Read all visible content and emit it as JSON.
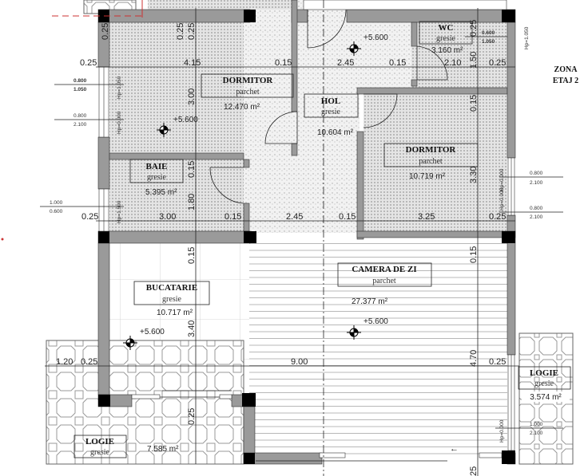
{
  "title": {
    "line1": "ZONA",
    "line2": "ETAJ 2"
  },
  "rooms": [
    {
      "name": "DORMITOR",
      "floor": "parchet",
      "area": "12.470 m²",
      "level": "+5.600"
    },
    {
      "name": "HOL",
      "floor": "gresie",
      "area": "10.604 m²",
      "level": "+5.600"
    },
    {
      "name": "WC",
      "floor": "gresie",
      "area": "3.160 m²"
    },
    {
      "name": "DORMITOR",
      "floor": "parchet",
      "area": "10.719 m²"
    },
    {
      "name": "BAIE",
      "floor": "gresie",
      "area": "5.395 m²"
    },
    {
      "name": "BUCATARIE",
      "floor": "gresie",
      "area": "10.717 m²",
      "level": "+5.600"
    },
    {
      "name": "CAMERA DE ZI",
      "floor": "parchet",
      "area": "27.377 m²",
      "level": "+5.600"
    },
    {
      "name": "LOGIE",
      "floor": "gresie",
      "area": "7.585 m²"
    },
    {
      "name": "LOGIE",
      "floor": "gresie",
      "area": "3.574 m²"
    }
  ],
  "dims_row1": [
    "0.25",
    "4.15",
    "0.15",
    "2.45",
    "0.15",
    "2.10",
    "0.25"
  ],
  "dims_row2": [
    "0.25",
    "3.00",
    "0.15",
    "2.45",
    "0.15",
    "3.25",
    "0.25"
  ],
  "dims_row3": [
    "1.20",
    "0.25",
    "9.00",
    "0.25"
  ],
  "dims_left_vertical": [
    "0.25",
    "0.25",
    "0.25",
    "3.00",
    "0.15",
    "1.80",
    "0.15",
    "3.40",
    "0.25"
  ],
  "dims_right_vertical": [
    "0.25",
    "1.50",
    "0.15",
    "3.30",
    "0.15",
    "4.70",
    "25"
  ],
  "windows": [
    {
      "w": "0.800",
      "h": "1.050",
      "hp": "Hp=1.050"
    },
    {
      "w": "0.800",
      "h": "2.100",
      "hp": "Hp=0.000"
    },
    {
      "w": "1.000",
      "h": "0.600",
      "hp": "Hp=1.500"
    },
    {
      "w": "0.600",
      "h": "1.050",
      "hp": "Hp=1.050"
    },
    {
      "w": "0.800",
      "h": "2.100",
      "hp": "Hp=0.000"
    },
    {
      "w": "0.800",
      "h": "2.100",
      "hp": "Hp=0.000"
    },
    {
      "w": "1.000",
      "h": "2.100",
      "hp": "Hp=0.000"
    }
  ]
}
